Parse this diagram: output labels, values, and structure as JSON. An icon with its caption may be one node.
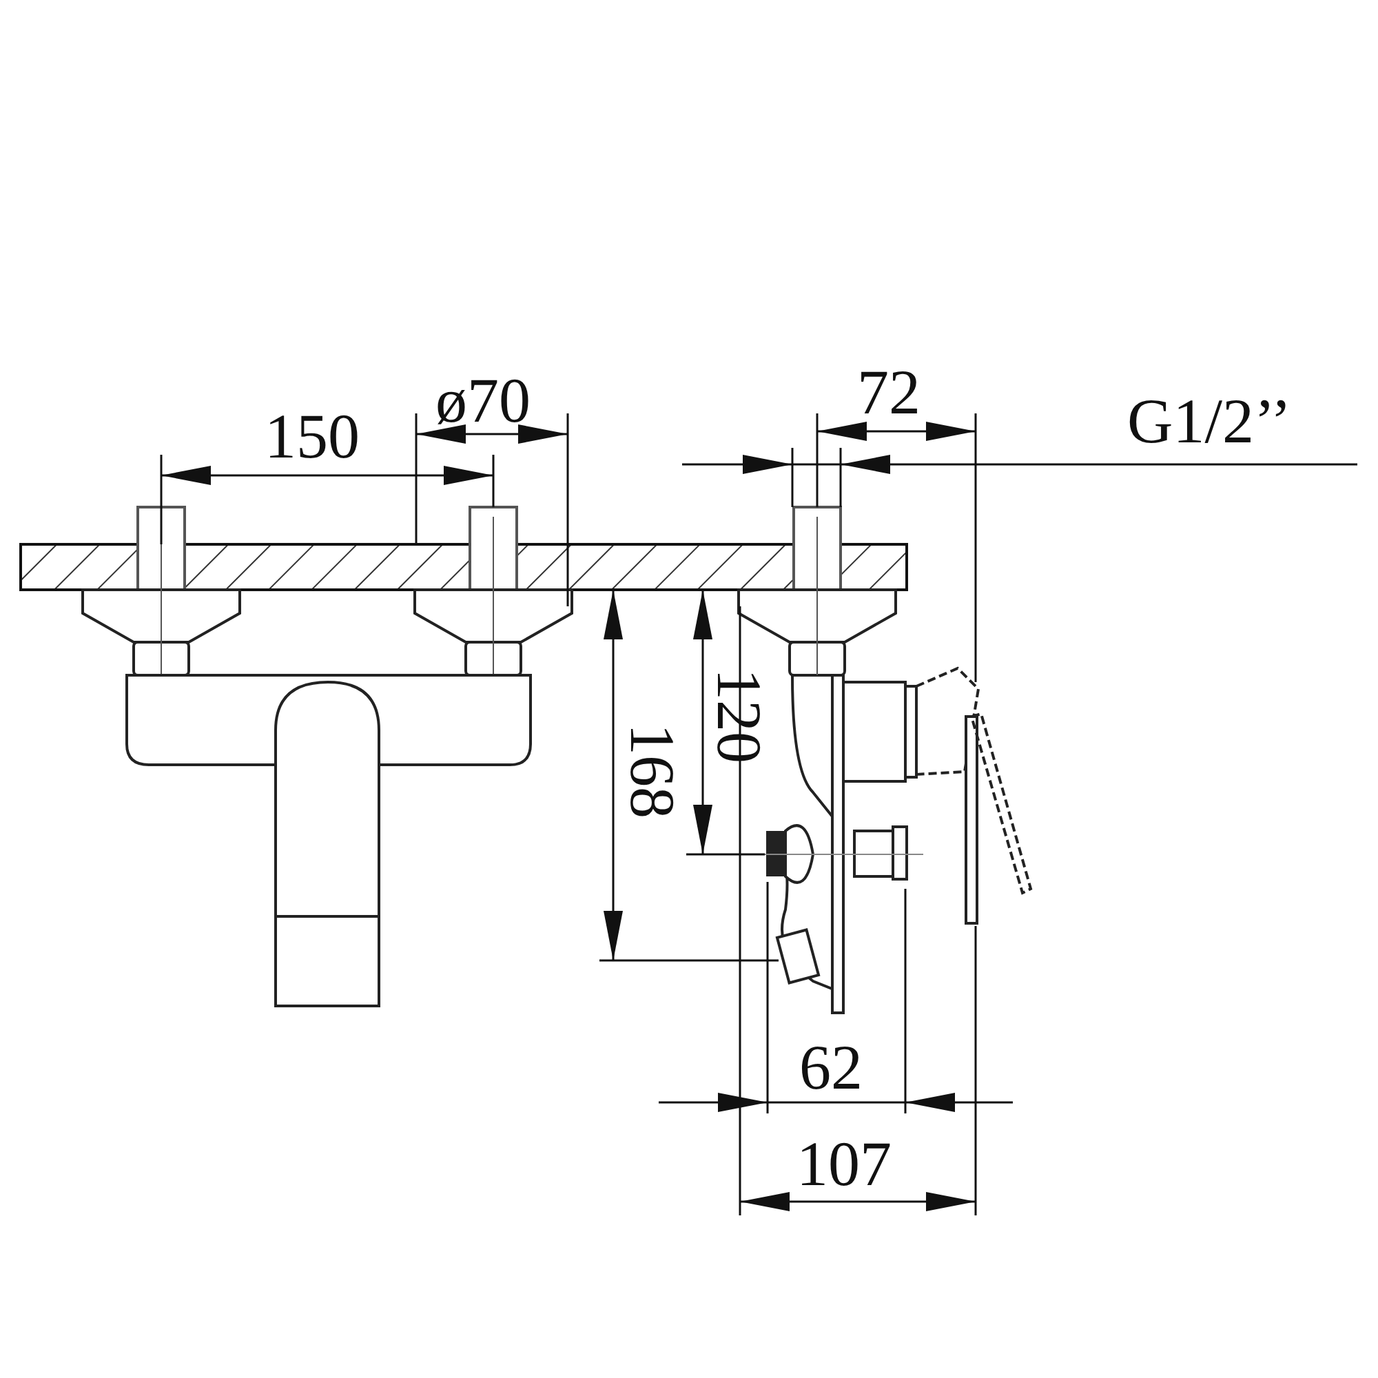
{
  "diagram": {
    "labels": [
      "ø70",
      "72",
      "G1/2’’",
      "150",
      "120",
      "168",
      "62",
      "107"
    ]
  }
}
